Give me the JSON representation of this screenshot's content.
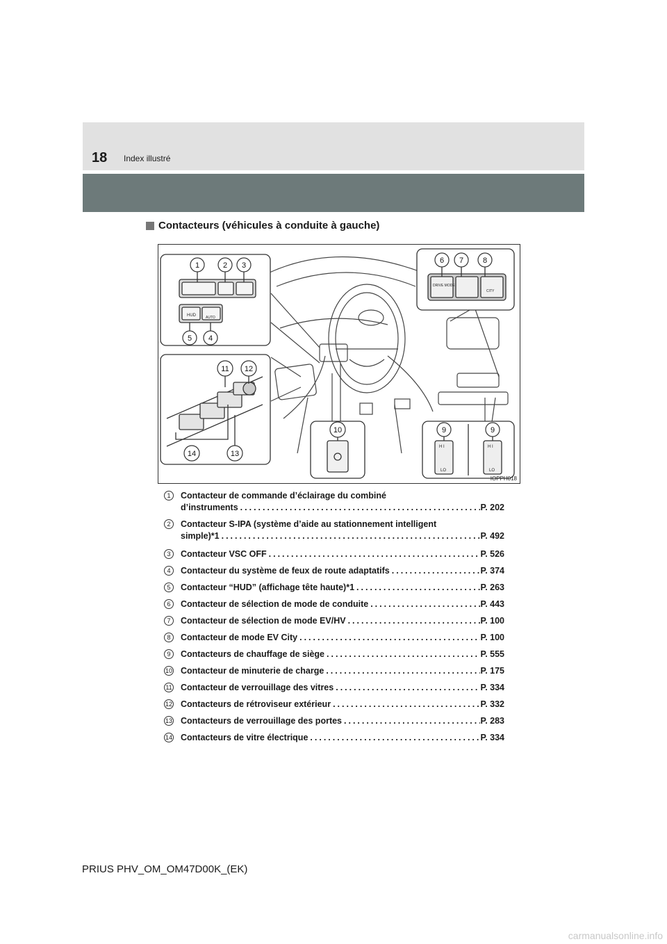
{
  "header": {
    "page_number": "18",
    "section_title": "Index illustré"
  },
  "subheading": "Contacteurs (véhicules à conduite à gauche)",
  "figure": {
    "code": "IOPPH018",
    "callouts": [
      "1",
      "2",
      "3",
      "4",
      "5",
      "6",
      "7",
      "8",
      "9",
      "9",
      "10",
      "11",
      "12",
      "13",
      "14"
    ],
    "button_labels": {
      "hud": "HUD",
      "auto": "AUTO",
      "drive_mode": "DRIVE MODE",
      "ev_city": "CITY",
      "hi": "H I",
      "lo": "LO"
    }
  },
  "legend": [
    {
      "num": "1",
      "lines": [
        "Contacteur de commande d’éclairage du combiné",
        "d’instruments"
      ],
      "page": "P. 202"
    },
    {
      "num": "2",
      "lines": [
        "Contacteur S-IPA (système d’aide au stationnement intelligent",
        "simple)*1"
      ],
      "page": "P. 492"
    },
    {
      "num": "3",
      "lines": [
        "Contacteur VSC OFF"
      ],
      "page": "P. 526"
    },
    {
      "num": "4",
      "lines": [
        "Contacteur du système de feux de route adaptatifs"
      ],
      "page": "P. 374"
    },
    {
      "num": "5",
      "lines": [
        "Contacteur “HUD” (affichage tête haute)*1"
      ],
      "page": "P. 263"
    },
    {
      "num": "6",
      "lines": [
        "Contacteur de sélection de mode de conduite"
      ],
      "page": "P. 443"
    },
    {
      "num": "7",
      "lines": [
        "Contacteur de sélection de mode EV/HV"
      ],
      "page": "P. 100"
    },
    {
      "num": "8",
      "lines": [
        "Contacteur de mode EV City"
      ],
      "page": "P. 100"
    },
    {
      "num": "9",
      "lines": [
        "Contacteurs de chauffage de siège"
      ],
      "page": "P. 555"
    },
    {
      "num": "10",
      "lines": [
        "Contacteur de minuterie de charge"
      ],
      "page": "P. 175"
    },
    {
      "num": "11",
      "lines": [
        "Contacteur de verrouillage des vitres"
      ],
      "page": "P. 334"
    },
    {
      "num": "12",
      "lines": [
        "Contacteurs de rétroviseur extérieur"
      ],
      "page": "P. 332"
    },
    {
      "num": "13",
      "lines": [
        "Contacteurs de verrouillage des portes"
      ],
      "page": "P. 283"
    },
    {
      "num": "14",
      "lines": [
        "Contacteurs de vitre électrique"
      ],
      "page": "P. 334"
    }
  ],
  "footer": "PRIUS PHV_OM_OM47D00K_(EK)",
  "watermark": "carmanualsonline.info"
}
